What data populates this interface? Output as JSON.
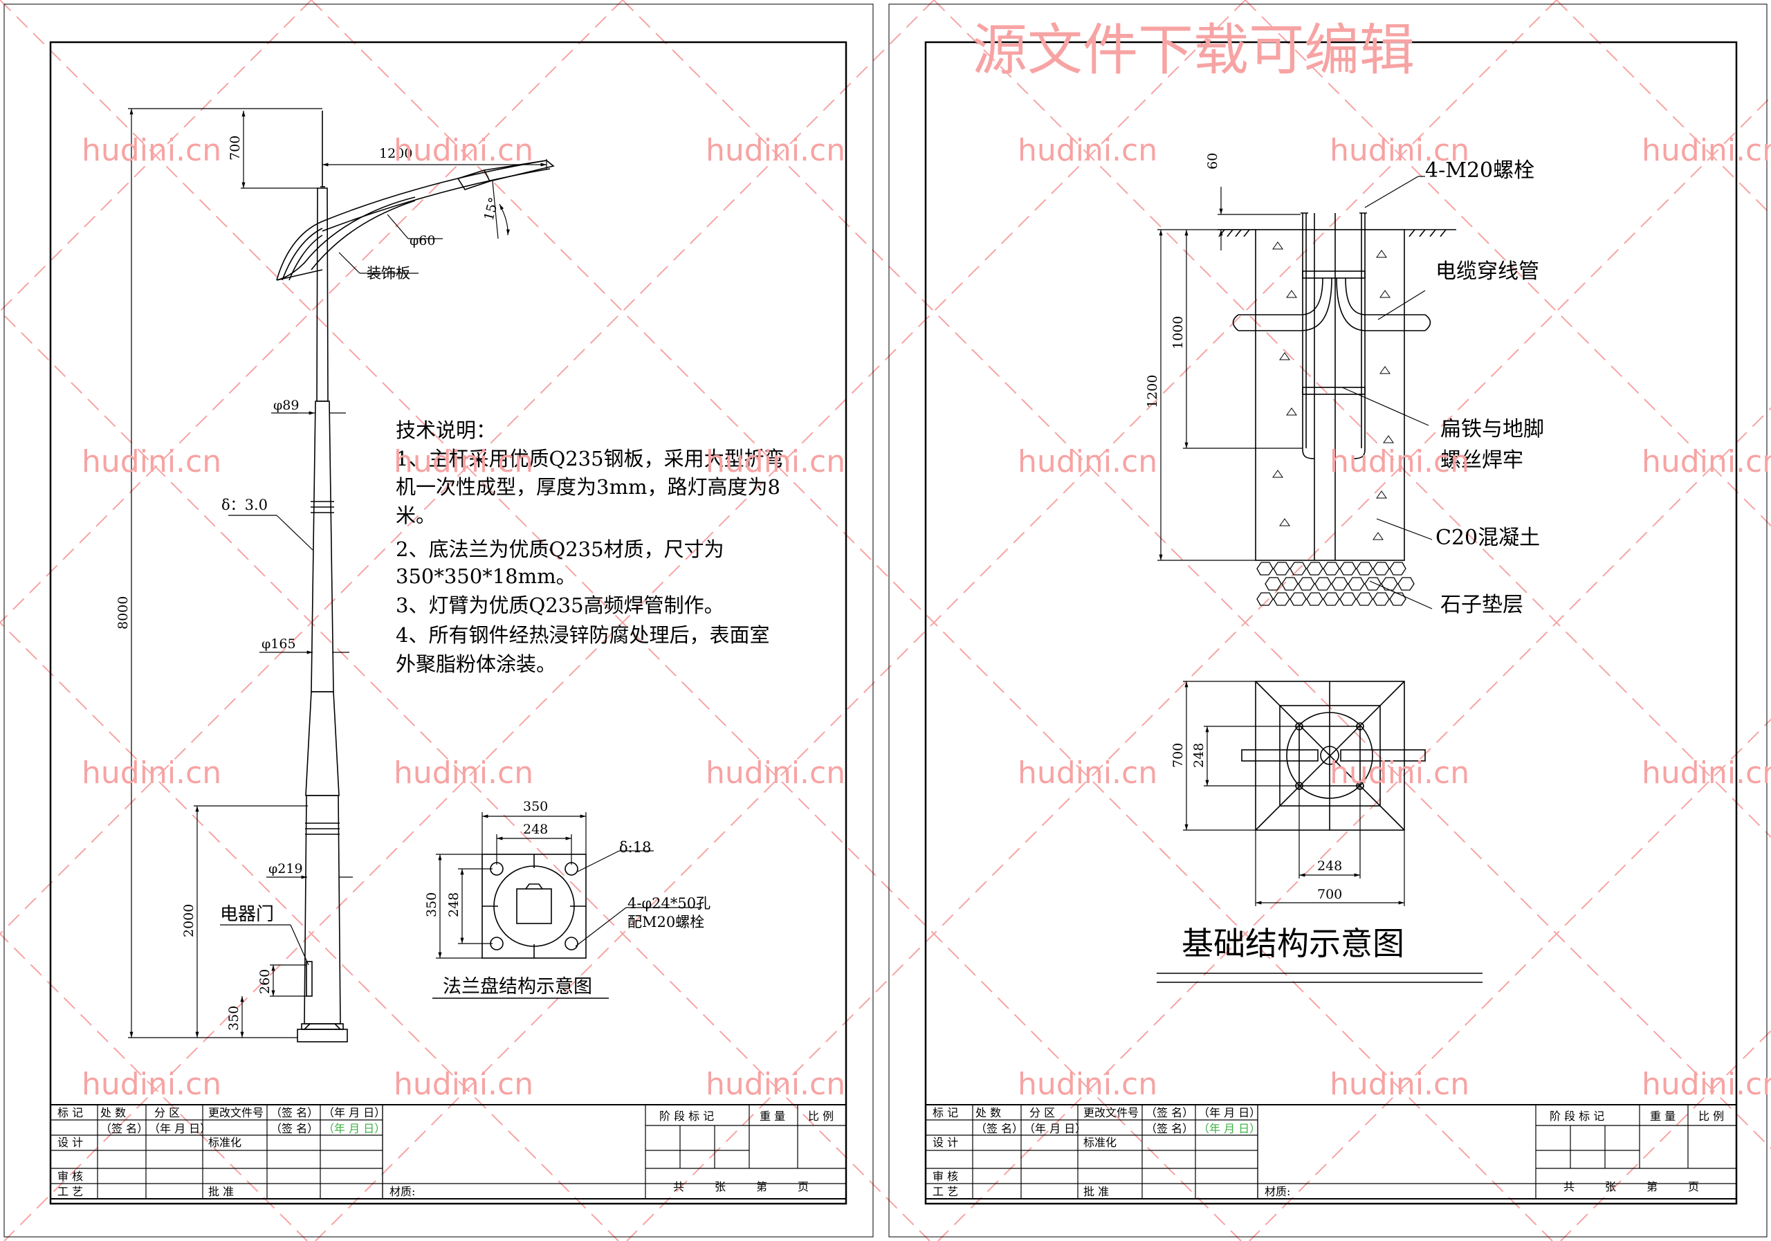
{
  "watermark": {
    "title": "源文件下载可编辑",
    "site": "hudini.cn",
    "color": "#f7a3a3"
  },
  "left_sheet": {
    "pole": {
      "arm_len": "1200",
      "top_h": "700",
      "angle": "15°",
      "arm_dia": "φ60",
      "deco": "装饰板",
      "dia_top": "φ89",
      "thickness": "δ：3.0",
      "dia_mid": "φ165",
      "height": "8000",
      "dia_bot": "φ219",
      "door": "电器门",
      "h_2000": "2000",
      "h_260": "260",
      "h_350": "350"
    },
    "tech": {
      "heading": "技术说明：",
      "lines": [
        "1、主杆采用优质Q235钢板，采用大型折弯",
        "机一次性成型，厚度为3mm，路灯高度为8",
        "米。",
        "2、底法兰为优质Q235材质，尺寸为",
        "350*350*18mm。",
        "3、灯臂为优质Q235高频焊管制作。",
        "4、所有钢件经热浸锌防腐处理后，表面室",
        "外聚脂粉体涂装。"
      ]
    },
    "flange": {
      "w_outer": "350",
      "w_inner": "248",
      "h_outer": "350",
      "h_inner": "248",
      "thick": "δ:18",
      "holes": "4-φ24*50孔",
      "bolts": "配M20螺栓",
      "caption": "法兰盘结构示意图"
    }
  },
  "right_sheet": {
    "foundation": {
      "d60": "60",
      "bolts": "4-M20螺栓",
      "cable": "电缆穿线管",
      "d1000": "1000",
      "d1200": "1200",
      "weld_1": "扁铁与地脚",
      "weld_2": "螺丝焊牢",
      "concrete": "C20混凝土",
      "gravel": "石子垫层"
    },
    "plan": {
      "d700v": "700",
      "d248v": "248",
      "d248h": "248",
      "d700h": "700"
    },
    "caption": "基础结构示意图"
  },
  "title_block": {
    "r1": [
      "标 记",
      "处 数",
      "分 区",
      "更改文件号",
      "（签 名）",
      "（年 月 日）"
    ],
    "design": "设 计",
    "sign": "（签 名）",
    "date": "（年 月 日）",
    "std": "标准化",
    "date_green": "（年 月 日）",
    "review": "审 核",
    "craft": "工 艺",
    "approve": "批 准",
    "material": "材质:",
    "stage": "阶 段 标 记",
    "weight": "重 量",
    "scale": "比 例",
    "total": "共",
    "sheets": "张",
    "page_no": "第",
    "page": "页",
    "green": "#3cb043"
  }
}
